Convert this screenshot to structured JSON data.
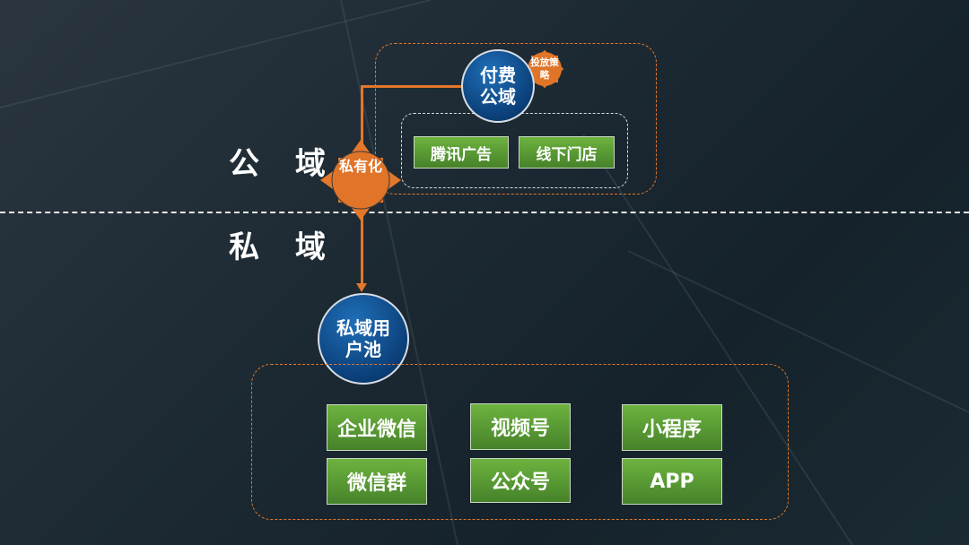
{
  "labels": {
    "public": "公 域",
    "private": "私 域"
  },
  "nodes": {
    "paid_public": "付费公域",
    "strategy": "投放策略",
    "privatize": "私有化",
    "private_pool": "私域用户池"
  },
  "public_channels": [
    "腾讯广告",
    "线下门店"
  ],
  "private_channels": [
    "企业微信",
    "视频号",
    "小程序",
    "微信群",
    "公众号",
    "APP"
  ],
  "colors": {
    "orange": "#e3772b",
    "green": "#5a9b35",
    "blue": "#0b3f78"
  }
}
